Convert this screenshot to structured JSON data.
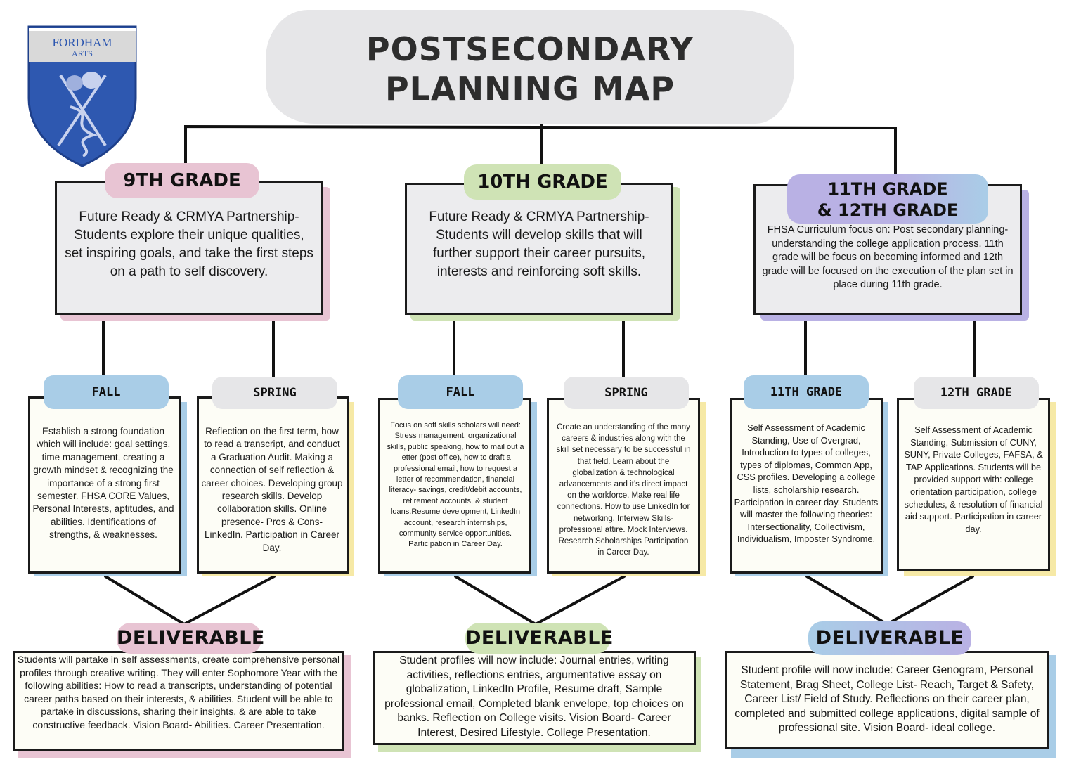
{
  "title": {
    "line1": "POSTSECONDARY",
    "line2": "PLANNING  MAP"
  },
  "logo": {
    "line1": "FORDHAM",
    "line2": "ARTS"
  },
  "colors": {
    "pink": "#e8c4d3",
    "green": "#cfe3b5",
    "purple": "#b9b1e4",
    "blue": "#a9cde7",
    "gray": "#e6e6e8",
    "yellow": "#f6e9a6"
  },
  "grades": [
    {
      "label": "9TH GRADE",
      "text": "Future Ready & CRMYA Partnership- Students explore their unique qualities, set inspiring goals, and take the first steps on a path to self discovery.",
      "terms": [
        {
          "label": "FALL",
          "text": "Establish a strong foundation which will include: goal settings, time management, creating a growth mindset & recognizing the importance of a strong first semester. FHSA CORE Values, Personal Interests, aptitudes, and abilities. Identifications of strengths, & weaknesses."
        },
        {
          "label": "SPRING",
          "text": "Reflection on the first term, how to read a transcript, and conduct a Graduation Audit. Making a connection of self reflection & career choices. Developing group research skills. Develop collaboration skills. Online presence- Pros & Cons- LinkedIn. Participation in Career Day."
        }
      ],
      "deliverable": {
        "label": "DELIVERABLE",
        "text": "Students will partake in self assessments, create comprehensive personal profiles through creative writing. They will enter Sophomore Year with the following abilities: How to read a transcripts, understanding of potential career paths based on their interests, & abilities. Student will be able to partake in discussions, sharing their insights, & are able to take constructive feedback. Vision Board- Abilities. Career Presentation."
      }
    },
    {
      "label": "10TH GRADE",
      "text": "Future Ready & CRMYA Partnership- Students will develop skills that will further support their career pursuits, interests and reinforcing soft skills.",
      "terms": [
        {
          "label": "FALL",
          "text": "Focus on soft skills scholars will need: Stress management, organizational skills, public speaking, how to mail out a letter (post office), how to draft a professional email, how to request a letter of recommendation, financial literacy- savings, credit/debit accounts, retirement accounts, & student loans.Resume development, LinkedIn account, research internships, community service opportunities. Participation in Career Day."
        },
        {
          "label": "SPRING",
          "text": "Create an understanding of the many careers & industries along with the skill set necessary to be successful in that field. Learn about the globalization & technological advancements and it’s direct impact on the workforce. Make real life connections. How to use LinkedIn for networking. Interview Skills- professional attire. Mock Interviews. Research Scholarships Participation in Career Day."
        }
      ],
      "deliverable": {
        "label": "DELIVERABLE",
        "text": "Student profiles will now include: Journal entries, writing activities, reflections entries, argumentative essay on globalization, LinkedIn Profile, Resume draft, Sample professional email, Completed blank envelope, top choices on banks. Reflection on College visits. Vision Board- Career Interest, Desired Lifestyle. College Presentation."
      }
    },
    {
      "label_line1": "11TH GRADE",
      "label_line2": "& 12TH GRADE",
      "text": "FHSA Curriculum focus on: Post secondary planning- understanding the college application process. 11th grade will be focus on becoming informed and 12th grade will be focused on the execution of the plan set in place during 11th grade.",
      "terms": [
        {
          "label": "11TH GRADE",
          "text": "Self Assessment of Academic Standing, Use of Overgrad, Introduction to types of colleges, types of diplomas, Common App, CSS profiles. Developing a college lists, scholarship research. Participation in career day. Students will master the following theories: Intersectionality, Collectivism, Individualism, Imposter Syndrome."
        },
        {
          "label": "12TH GRADE",
          "text": "Self Assessment of Academic Standing, Submission of CUNY, SUNY, Private Colleges, FAFSA, & TAP Applications. Students will be provided support with: college orientation participation, college schedules, & resolution of financial aid support. Participation in career day."
        }
      ],
      "deliverable": {
        "label": "DELIVERABLE",
        "text": "Student profile will now include: Career Genogram, Personal Statement, Brag Sheet, College List- Reach, Target & Safety, Career List/ Field of Study. Reflections on their career plan, completed and submitted college applications, digital sample of professional site. Vision Board- ideal college."
      }
    }
  ]
}
